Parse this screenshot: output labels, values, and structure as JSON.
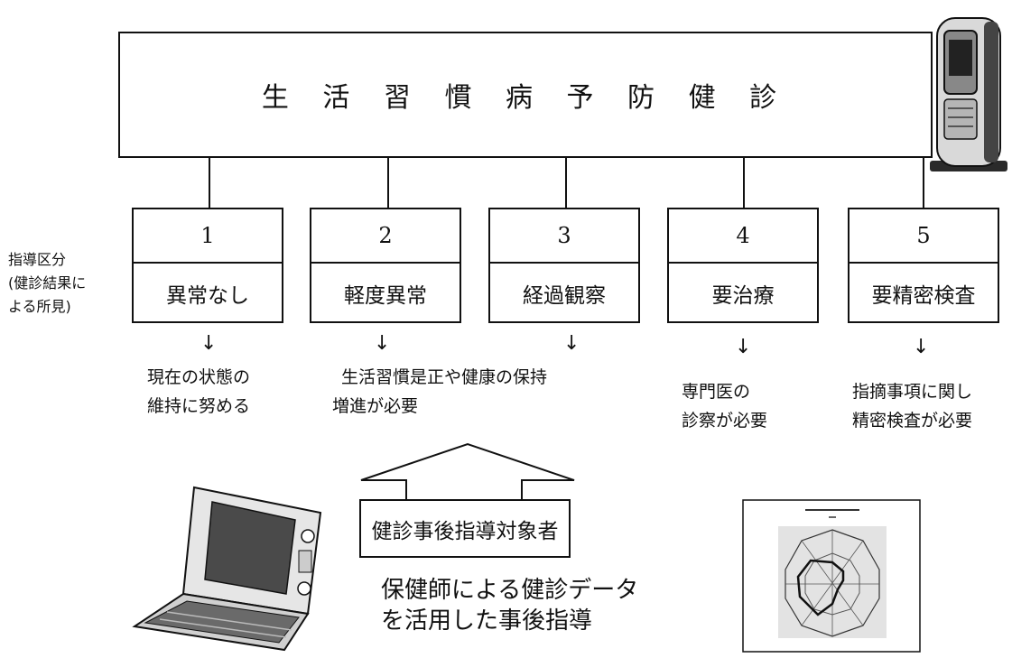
{
  "title": "生 活 習 慣 病 予 防 健 診",
  "side_label": [
    "指導区分",
    "(健診結果に",
    "よる所見)"
  ],
  "categories": [
    {
      "num": "1",
      "label": "異常なし"
    },
    {
      "num": "2",
      "label": "軽度異常"
    },
    {
      "num": "3",
      "label": "経過観察"
    },
    {
      "num": "4",
      "label": "要治療"
    },
    {
      "num": "5",
      "label": "要精密検査"
    }
  ],
  "arrow_glyph": "↓",
  "outcomes": {
    "c1": [
      "現在の状態の",
      "維持に努める"
    ],
    "c23": [
      "生活習慣是正や健康の保持",
      "増進が必要"
    ],
    "c4": [
      "専門医の",
      "診察が必要"
    ],
    "c5": [
      "指摘事項に関し",
      "精密検査が必要"
    ]
  },
  "target_label": "健診事後指導対象者",
  "bottom_note": [
    "保健師による健診データ",
    "を活用した事後指導"
  ],
  "illustrations": {
    "device": "health-check-kiosk",
    "laptop": "laptop-computer",
    "chart": "radar-chart-printout"
  }
}
